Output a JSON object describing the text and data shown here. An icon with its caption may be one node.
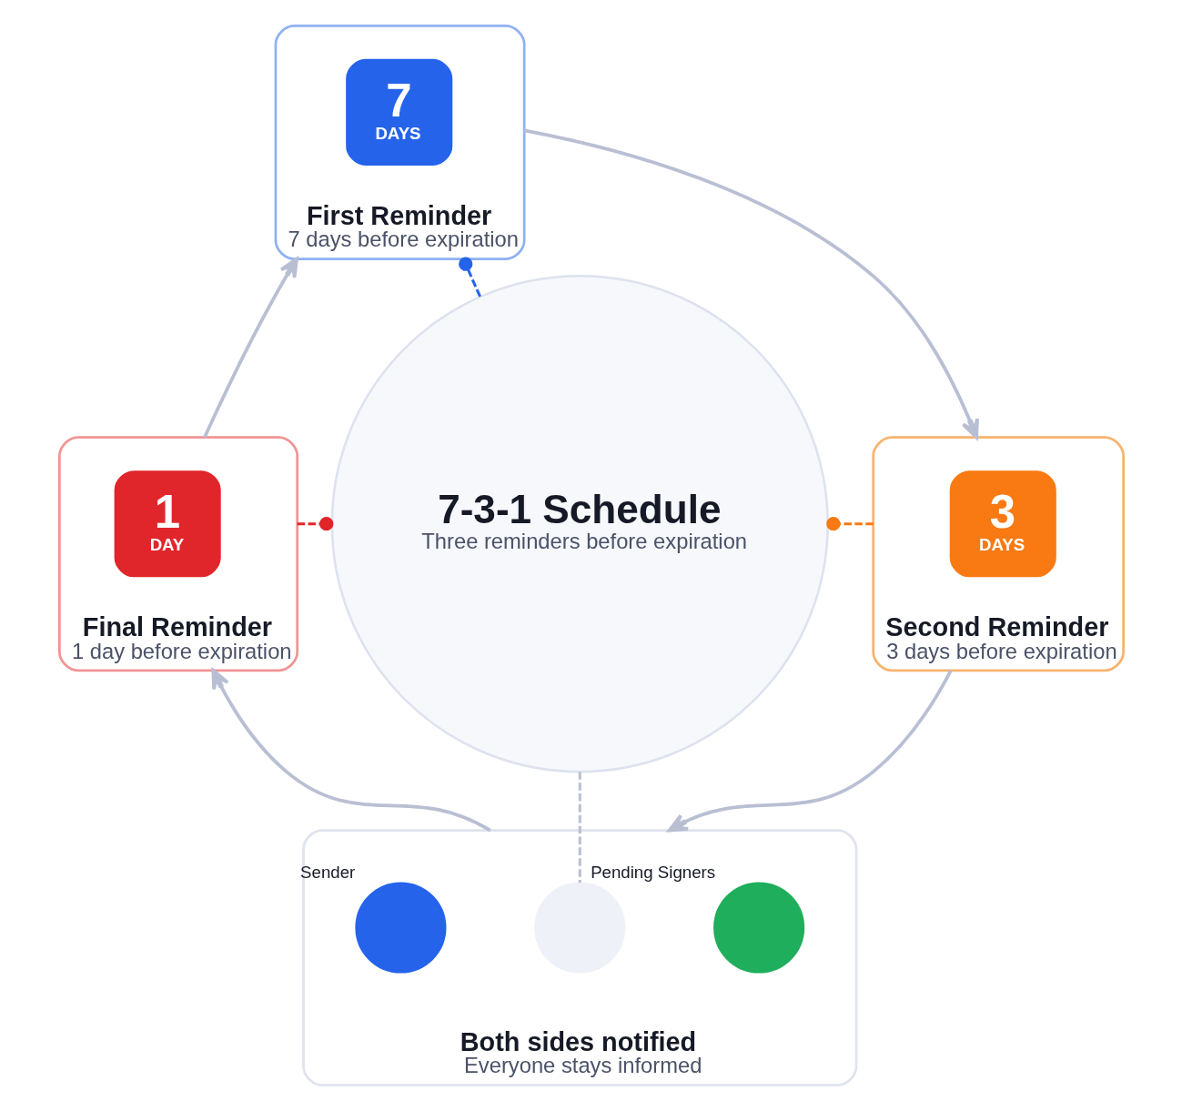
{
  "diagram": {
    "nodes": [
      {
        "text": [
          "First Reminder",
          "7 days before expiration"
        ]
      },
      {
        "text": [
          "7",
          "DAYS"
        ],
        "in": 0
      },
      {
        "text": [
          "Final Reminder",
          "1 day before expiration"
        ]
      },
      {
        "text": [
          "1",
          "DAY"
        ],
        "in": 2
      },
      {
        "text": [
          "7-3-1 Schedule",
          "Three reminders before expiration"
        ]
      },
      {
        "text": [
          "Second Reminder",
          "3 days before expiration"
        ]
      },
      {
        "text": [
          "3",
          "DAYS"
        ],
        "in": 5
      },
      {
        "text": [
          "Both sides notified",
          "Everyone stays informed"
        ]
      },
      {
        "text": [],
        "shape": "circle",
        "beside": [
          "Sender"
        ],
        "in": 7
      },
      {
        "text": [],
        "shape": "circle",
        "in": 7
      },
      {
        "text": [],
        "shape": "circle",
        "beside": [
          "Pending Signers"
        ],
        "in": 7
      }
    ],
    "edges": [
      {
        "from": 0,
        "to": 5,
        "arrow": "to"
      },
      {
        "from": 5,
        "to": 7,
        "arrow": "to"
      },
      {
        "from": 7,
        "to": 2,
        "arrow": "to"
      },
      {
        "from": 2,
        "to": 0,
        "arrow": "to"
      },
      {
        "from": 4,
        "to": 0,
        "arrow": "other",
        "style": "dashed",
        "color": "#2563eb"
      },
      {
        "from": 2,
        "to": 4,
        "arrow": "other",
        "style": "dashed",
        "color": "#e0262b"
      },
      {
        "from": 5,
        "to": 4,
        "arrow": "other",
        "style": "dashed",
        "color": "#f97a12"
      },
      {
        "from": 4,
        "to": 9,
        "arrow": "none",
        "style": "dashed"
      }
    ]
  }
}
